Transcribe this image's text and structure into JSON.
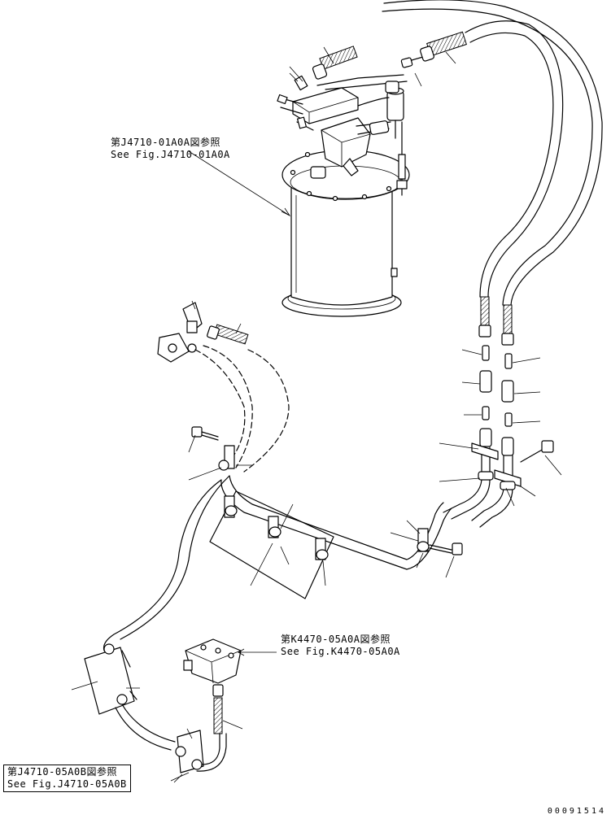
{
  "references": [
    {
      "id": "j4710-01a0a",
      "jp": "第J4710-01A0A図参照",
      "en": "See Fig.J4710-01A0A"
    },
    {
      "id": "k4470-05a0a",
      "jp": "第K4470-05A0A図参照",
      "en": "See Fig.K4470-05A0A"
    },
    {
      "id": "j4710-05a0b",
      "jp": "第J4710-05A0B図参照",
      "en": "See Fig.J4710-05A0B",
      "boxed": true
    }
  ],
  "drawing_number": "00091514"
}
